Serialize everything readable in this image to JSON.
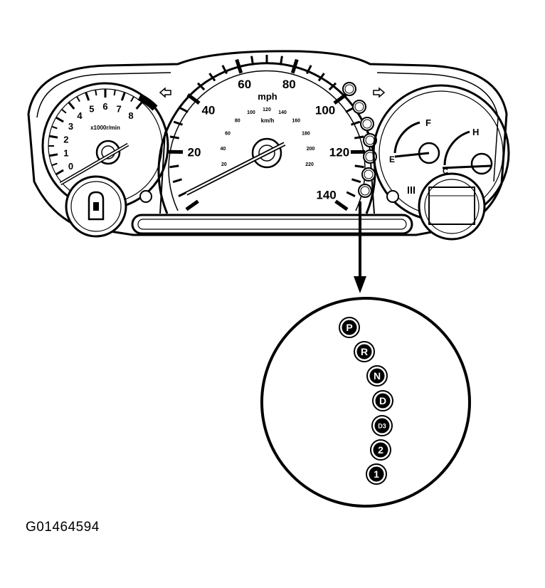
{
  "figure_id": "G01464594",
  "tachometer": {
    "ticks": [
      "0",
      "1",
      "2",
      "3",
      "4",
      "5",
      "6",
      "7",
      "8"
    ],
    "unit_label": "x1000r/min"
  },
  "speedometer": {
    "mph_ticks": [
      "20",
      "40",
      "60",
      "80",
      "100",
      "120",
      "140"
    ],
    "mph_label": "mph",
    "kmh_ticks": [
      "20",
      "40",
      "60",
      "80",
      "100",
      "120",
      "140",
      "160",
      "180",
      "200",
      "220"
    ],
    "kmh_label": "km/h"
  },
  "fuel_gauge": {
    "full": "F",
    "empty": "E"
  },
  "temp_gauge": {
    "hot": "H",
    "cold": "C"
  },
  "gear_indicator": [
    "P",
    "R",
    "N",
    "D",
    "D3",
    "2",
    "1"
  ],
  "gear_indicator_zoom": {
    "gears": [
      "P",
      "R",
      "N",
      "D",
      "D3",
      "2",
      "1"
    ]
  }
}
